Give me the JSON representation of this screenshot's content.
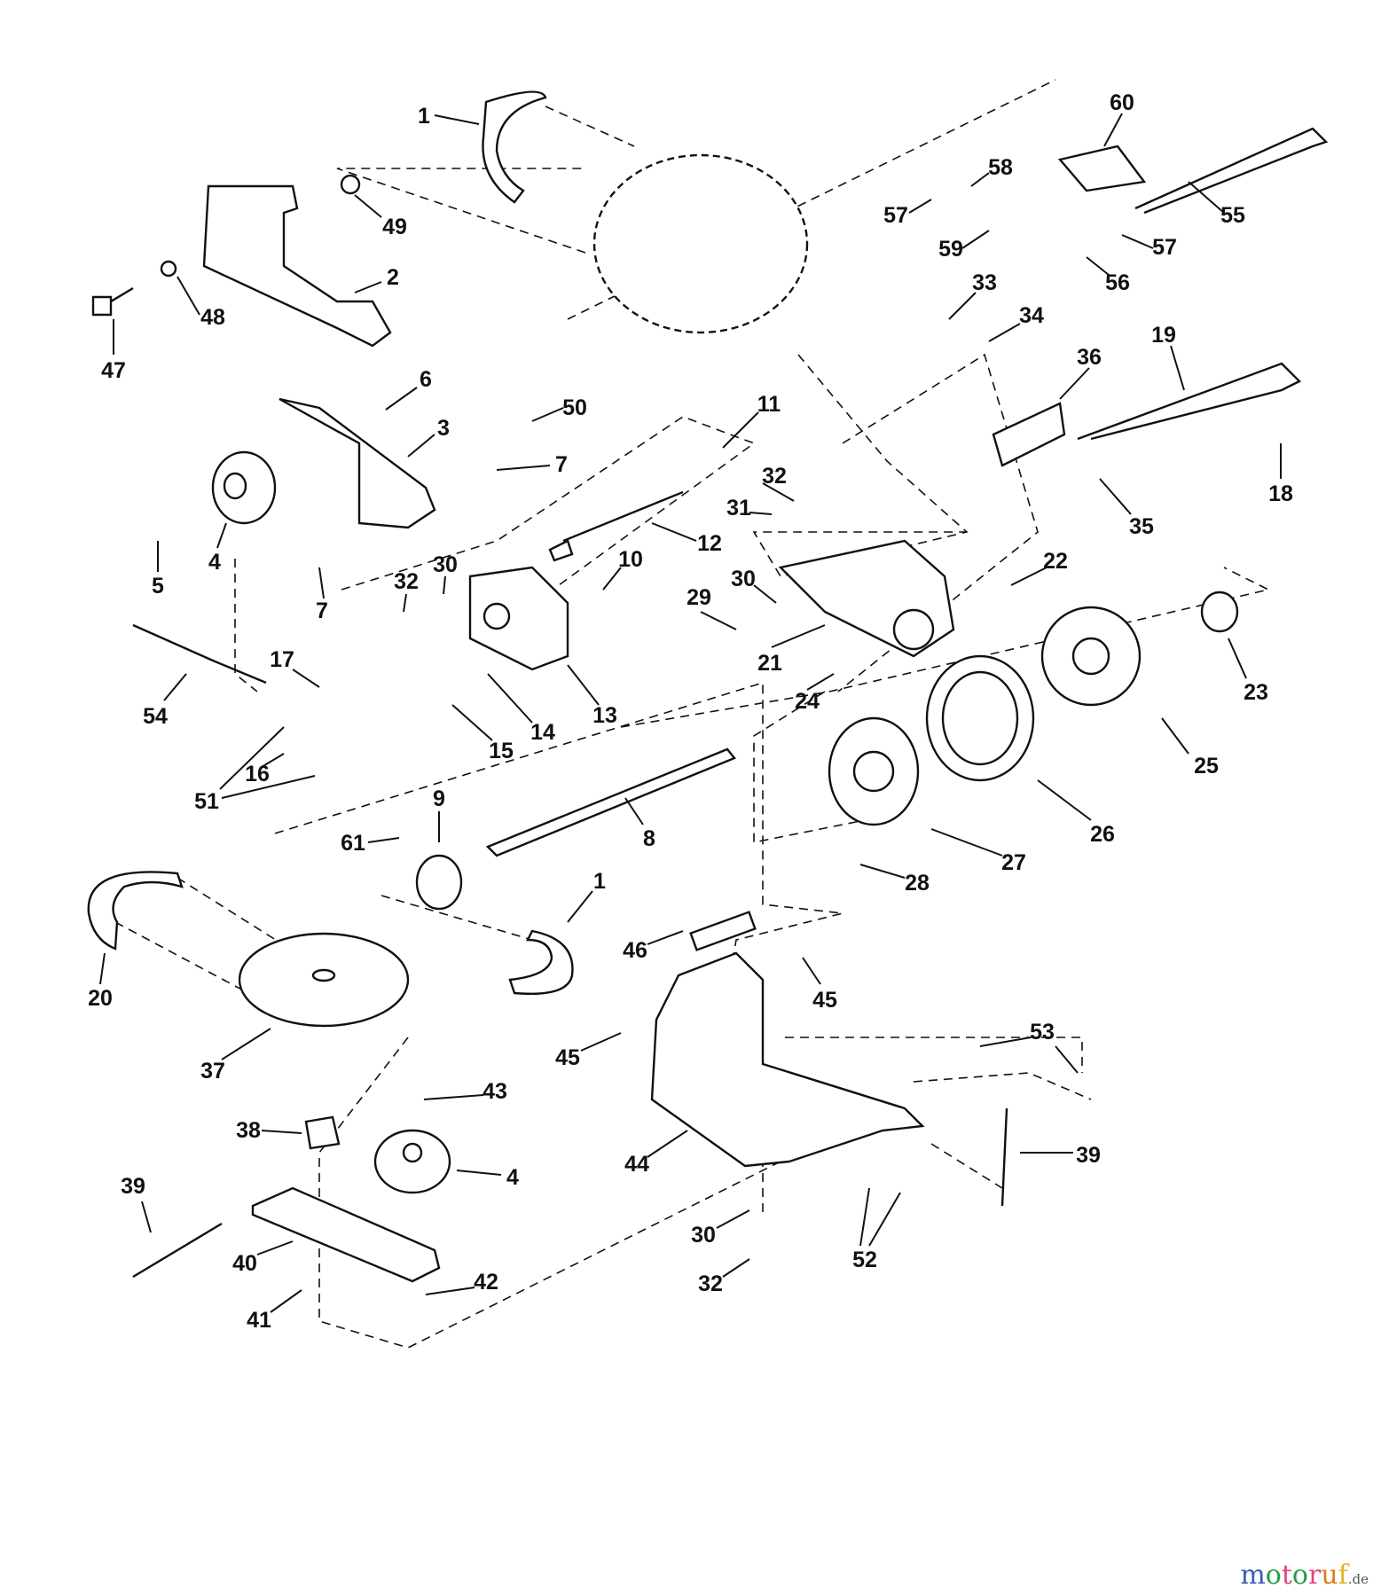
{
  "title": "Exploded parts diagram - drive / clutch assembly",
  "callouts": [
    "1",
    "49",
    "2",
    "48",
    "47",
    "60",
    "58",
    "57",
    "59",
    "57",
    "56",
    "55",
    "33",
    "34",
    "19",
    "36",
    "18",
    "35",
    "6",
    "3",
    "50",
    "7",
    "11",
    "4",
    "5",
    "7",
    "32",
    "31",
    "12",
    "10",
    "30",
    "32",
    "30",
    "22",
    "29",
    "21",
    "23",
    "54",
    "17",
    "14",
    "13",
    "15",
    "24",
    "25",
    "16",
    "51",
    "9",
    "8",
    "61",
    "26",
    "27",
    "28",
    "1",
    "20",
    "46",
    "45",
    "37",
    "45",
    "53",
    "43",
    "38",
    "4",
    "39",
    "44",
    "39",
    "40",
    "30",
    "52",
    "42",
    "32",
    "41"
  ],
  "watermark": {
    "text": "motoruf",
    "suffix": ".de",
    "colors": [
      "#3b5bb5",
      "#2a9d46",
      "#e0457b",
      "#2a9d46",
      "#e0457b",
      "#e07b1f",
      "#e0b41f"
    ]
  }
}
